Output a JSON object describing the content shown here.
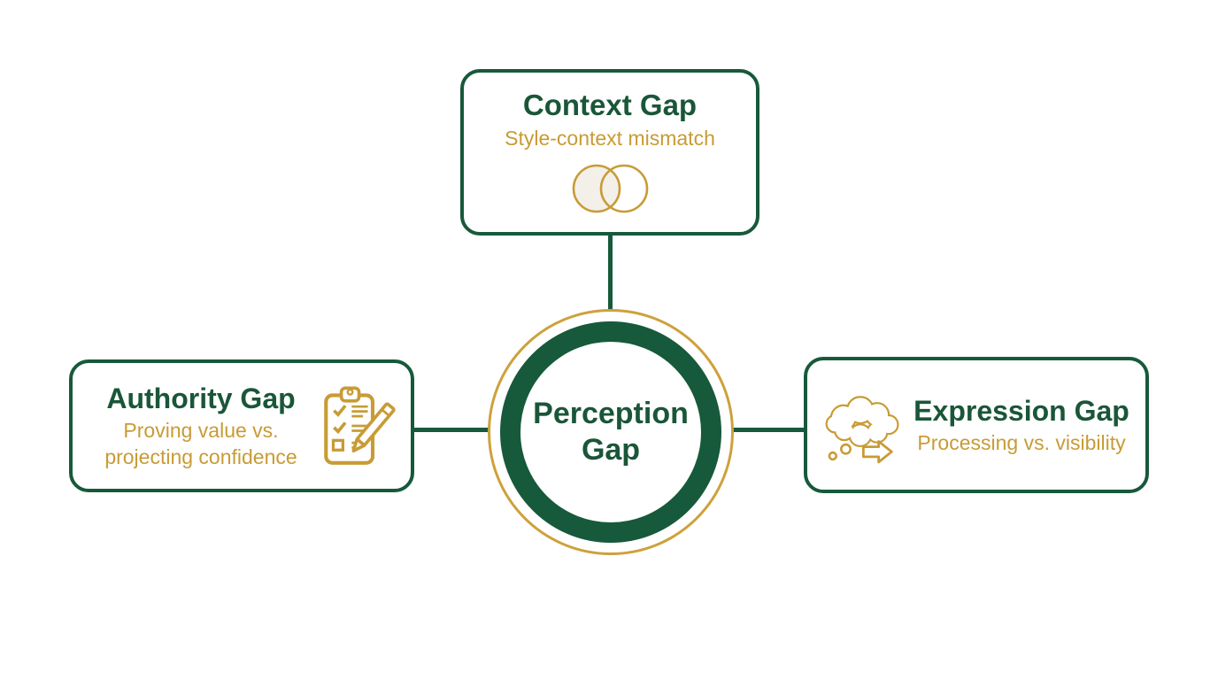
{
  "colors": {
    "green": "#17593B",
    "gold": "#C89B35",
    "background": "#FFFFFF"
  },
  "center_node": {
    "title": "Perception Gap"
  },
  "nodes": {
    "context": {
      "title": "Context Gap",
      "subtitle": "Style-context mismatch",
      "icon": "venn-overlap-icon"
    },
    "authority": {
      "title": "Authority Gap",
      "subtitle_lines": [
        "Proving value vs.",
        "projecting confidence"
      ],
      "icon": "clipboard-checklist-icon"
    },
    "expression": {
      "title": "Expression Gap",
      "subtitle": "Processing vs. visibility",
      "icon": "thought-cloud-arrow-icon"
    }
  }
}
